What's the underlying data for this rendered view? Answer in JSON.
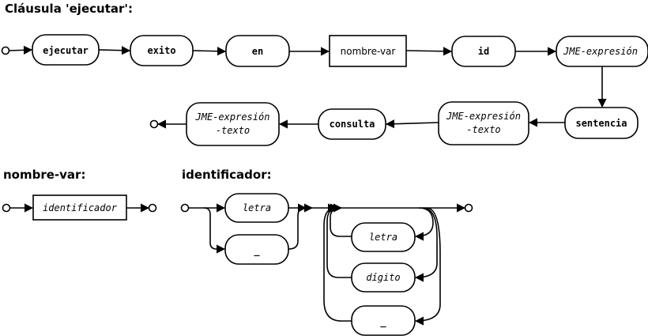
{
  "headings": {
    "ejecutar": "Cláusula 'ejecutar':",
    "nombre_var": "nombre-var:",
    "identificador": "identificador:"
  },
  "ejecutar_rule": {
    "ejecutar": "ejecutar",
    "exito": "exito",
    "en": "en",
    "nombre_var": "nombre-var",
    "id": "id",
    "jme_expresion": "JME-expresión",
    "sentencia": "sentencia",
    "jme_expresion_texto_1a": "JME-expresión",
    "jme_expresion_texto_1b": "-texto",
    "consulta": "consulta",
    "jme_expresion_texto_2a": "JME-expresión",
    "jme_expresion_texto_2b": "-texto"
  },
  "nombre_var_rule": {
    "identificador": "identificador"
  },
  "identificador_rule": {
    "letra_start": "letra",
    "underscore_start": "_",
    "letra_loop": "letra",
    "digito_loop": "dígito",
    "underscore_loop": "_"
  }
}
